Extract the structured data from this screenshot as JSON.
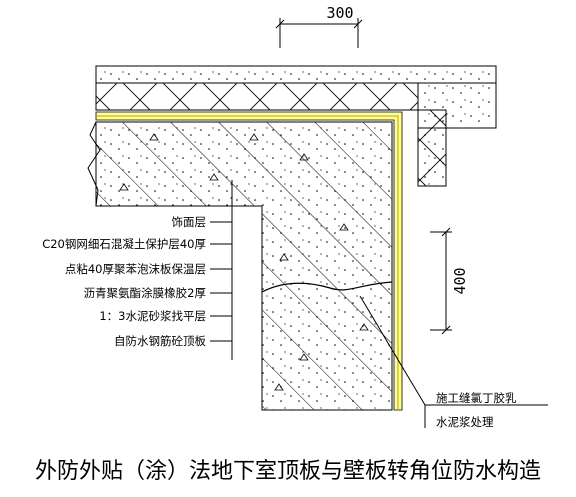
{
  "dimensions": {
    "top": "300",
    "right": "400"
  },
  "labels_left": [
    "饰面层",
    "C20钢网细石混凝土保护层40厚",
    "点粘40厚聚苯泡沫板保温层",
    "沥青聚氨酯涂膜橡胶2厚",
    "1：3水泥砂浆找平层",
    "自防水钢筋砼顶板"
  ],
  "labels_right": [
    "施工缝氯丁胶乳",
    "水泥浆处理"
  ],
  "caption": "外防外贴（涂）法地下室顶板与壁板转角位防水构造",
  "colors": {
    "line": "#000000",
    "membrane": "#ffff99",
    "background": "#ffffff"
  }
}
